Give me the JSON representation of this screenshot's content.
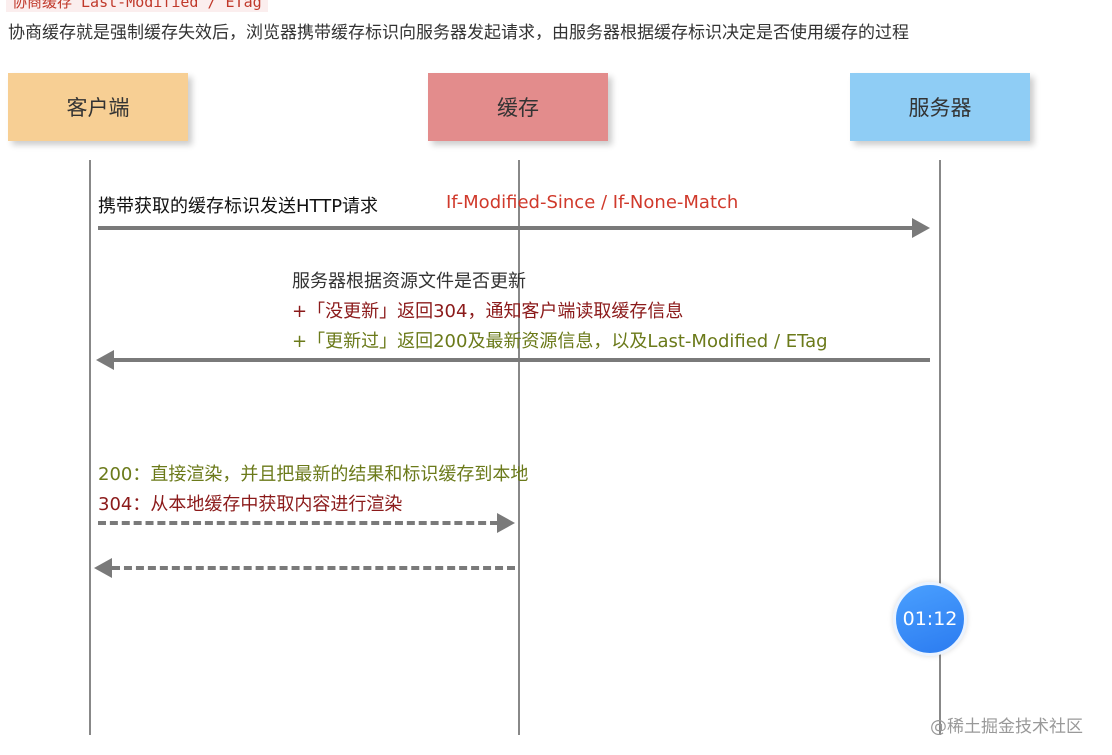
{
  "header": {
    "code_title": "协商缓存 Last-Modified / ETag",
    "intro": "协商缓存就是强制缓存失效后，浏览器携带缓存标识向服务器发起请求，由服务器根据缓存标识决定是否使用缓存的过程"
  },
  "actors": {
    "client": "客户端",
    "cache": "缓存",
    "server": "服务器"
  },
  "colors": {
    "client": "#f7cf94",
    "cache": "#e38c8c",
    "server": "#8fcdf5"
  },
  "messages": {
    "request_label": "携带获取的缓存标识发送HTTP请求",
    "request_headers": "If-Modified-Since / If-None-Match",
    "response_title": "服务器根据资源文件是否更新",
    "response_304": "+「没更新」返回304，通知客户端读取缓存信息",
    "response_200": "+「更新过」返回200及最新资源信息，以及Last-Modified / ETag",
    "render_200": "200：直接渲染，并且把最新的结果和标识缓存到本地",
    "render_304": "304：从本地缓存中获取内容进行渲染"
  },
  "timer": "01:12",
  "watermark": "@稀土掘金技术社区"
}
